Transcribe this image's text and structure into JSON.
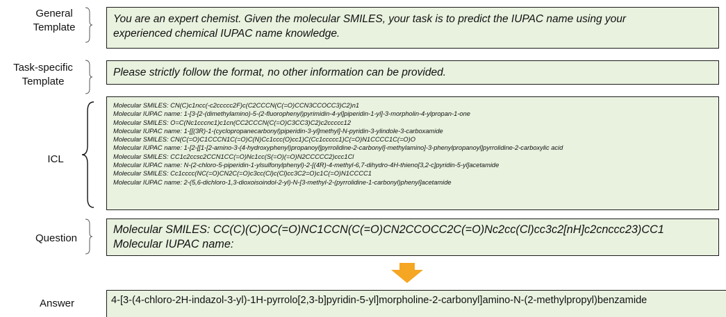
{
  "rows": {
    "general": {
      "label_lines": [
        "General",
        "Template"
      ],
      "text_lines": [
        "You are an expert chemist. Given the molecular SMILES, your task is to predict the IUPAC name using your",
        "experienced chemical IUPAC name knowledge."
      ]
    },
    "task": {
      "label_lines": [
        "Task-specific",
        "Template"
      ],
      "text_lines": [
        "Please strictly follow the format, no other information can be provided."
      ]
    },
    "icl": {
      "label_lines": [
        "ICL"
      ],
      "text_lines": [
        "Molecular SMILES: CN(C)c1ncc(-c2ccccc2F)c(C2CCCN(C(=O)CCN3CCOCC3)C2)n1",
        "Molecular IUPAC name: 1-[3-[2-(dimethylamino)-5-(2-fluorophenyl)pyrimidin-4-yl]piperidin-1-yl]-3-morpholin-4-ylpropan-1-one",
        "Molecular SMILES: O=C(Nc1cccnc1)c1cn(CC2CCCN(C(=O)C3CC3)C2)c2ccccc12",
        "Molecular IUPAC name: 1-[[(3R)-1-(cyclopropanecarbonyl)piperidin-3-yl]methyl]-N-pyridin-3-ylindole-3-carboxamide",
        "Molecular SMILES: CN(C(=O)C1CCCN1C(=O)C(N)Cc1ccc(O)cc1)C(Cc1ccccc1)C(=O)N1CCCC1C(=O)O",
        "Molecular IUPAC name: 1-[2-[[1-[2-amino-3-(4-hydroxyphenyl)propanoyl]pyrrolidine-2-carbonyl]-methylamino]-3-phenylpropanoyl]pyrrolidine-2-carboxylic acid",
        "Molecular SMILES: CC1c2ccsc2CCN1CC(=O)Nc1cc(S(=O)(=O)N2CCCCC2)ccc1Cl",
        "Molecular IUPAC name: N-(2-chloro-5-piperidin-1-ylsulfonylphenyl)-2-[(4R)-4-methyl-6,7-dihydro-4H-thieno[3,2-c]pyridin-5-yl]acetamide",
        "Molecular SMILES: Cc1cccc(NC(=O)CN2C(=O)c3cc(Cl)c(Cl)cc3C2=O)c1C(=O)N1CCCC1",
        "Molecular IUPAC name: 2-(5,6-dichloro-1,3-dioxoisoindol-2-yl)-N-[3-methyl-2-(pyrrolidine-1-carbonyl)phenyl]acetamide"
      ]
    },
    "question": {
      "label_lines": [
        "Question"
      ],
      "text_lines": [
        "Molecular SMILES: CC(C)(C)OC(=O)NC1CCN(C(=O)CN2CCOCC2C(=O)Nc2cc(Cl)cc3c2[nH]c2cnccc23)CC1",
        "Molecular IUPAC name:"
      ]
    },
    "answer": {
      "label_lines": [
        "Answer"
      ],
      "text_lines": [
        "4-[3-(4-chloro-2H-indazol-3-yl)-1H-pyrrolo[2,3-b]pyridin-5-yl]morpholine-2-carbonyl]amino-N-(2-methylpropyl)benzamide"
      ]
    }
  },
  "colors": {
    "box_fill": "#e9f2df",
    "box_border": "#1a1a1a",
    "arrow": "#f5a623",
    "brace": "#555555"
  },
  "icons": {
    "brace": "curly-brace",
    "arrow": "down-arrow"
  }
}
